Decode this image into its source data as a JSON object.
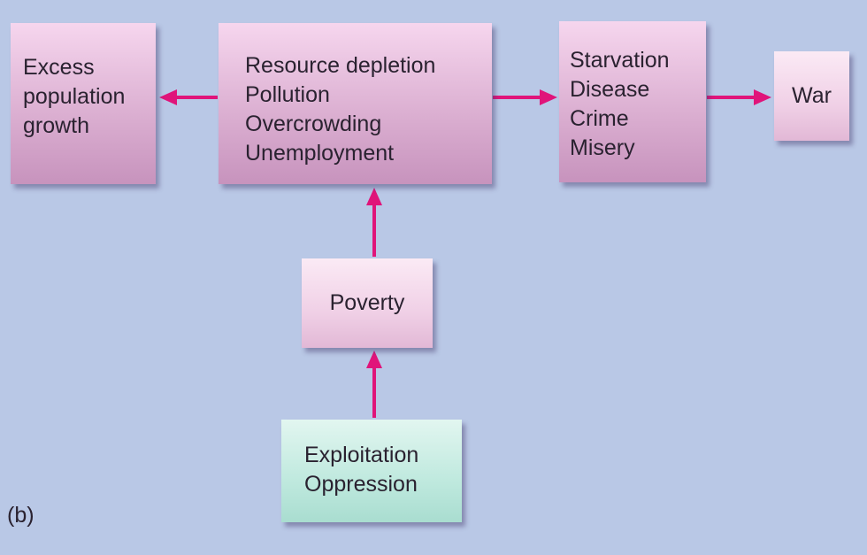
{
  "colors": {
    "background": "#b9c8e6",
    "arrow": "#e0147a"
  },
  "boxes": {
    "excess": {
      "lines": [
        "Excess",
        "population",
        "growth"
      ]
    },
    "center": {
      "lines": [
        "Resource depletion",
        "Pollution",
        "Overcrowding",
        "Unemployment"
      ]
    },
    "starvation": {
      "lines": [
        "Starvation",
        "Disease",
        "Crime",
        "Misery"
      ]
    },
    "war": {
      "label": "War"
    },
    "poverty": {
      "label": "Poverty"
    },
    "exploitation": {
      "lines": [
        "Exploitation",
        "Oppression"
      ]
    }
  },
  "panel_label": "(b)"
}
